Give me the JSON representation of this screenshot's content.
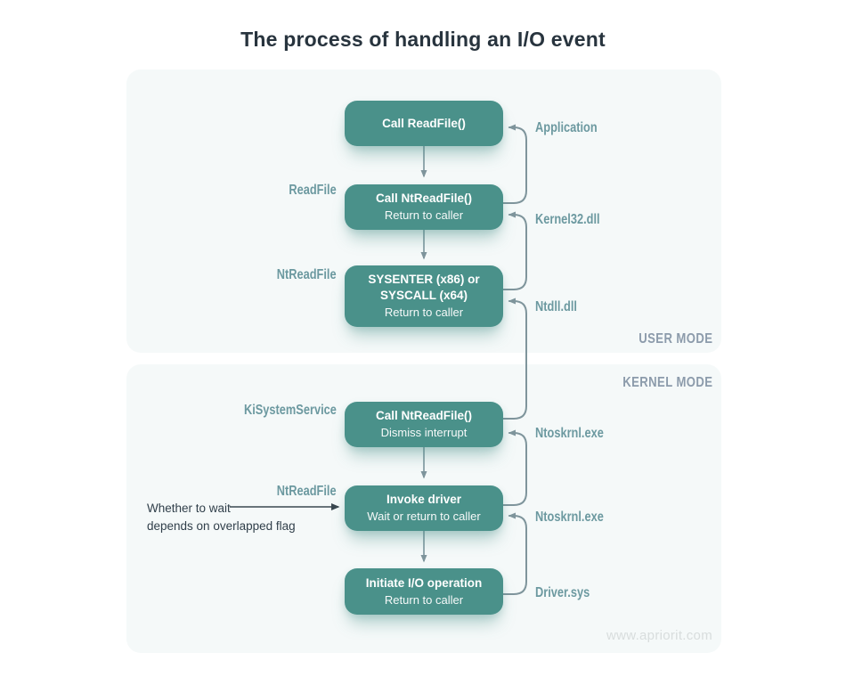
{
  "title": "The process of handling an I/O event",
  "modes": {
    "user": "USER MODE",
    "kernel": "KERNEL MODE"
  },
  "boxes": [
    {
      "bold1": "Call ReadFile()"
    },
    {
      "bold1": "Call NtReadFile()",
      "sub": "Return to caller"
    },
    {
      "bold1": "SYSENTER (x86) or",
      "bold2": "SYSCALL (x64)",
      "sub": "Return to caller"
    },
    {
      "bold1": "Call NtReadFile()",
      "sub": "Dismiss interrupt"
    },
    {
      "bold1": "Invoke driver",
      "sub": "Wait or return to caller"
    },
    {
      "bold1": "Initiate I/O operation",
      "sub": "Return to caller"
    }
  ],
  "left_labels": [
    "ReadFile",
    "NtReadFile",
    "KiSystemService",
    "NtReadFile"
  ],
  "right_labels": [
    "Application",
    "Kernel32.dll",
    "Ntdll.dll",
    "Ntoskrnl.exe",
    "Ntoskrnl.exe",
    "Driver.sys"
  ],
  "annotation": {
    "line1": "Whether to wait",
    "line2": "depends on overlapped flag"
  },
  "watermark": "www.apriorit.com",
  "colors": {
    "box_fill": "#4a918a",
    "label_teal": "#6c99a0",
    "mode_gray": "#8c9bab",
    "connector_gray": "#7f959c",
    "annotation_dark": "#3a4850",
    "title_dark": "#28343e",
    "panel_bg": "#f5f9f9"
  }
}
